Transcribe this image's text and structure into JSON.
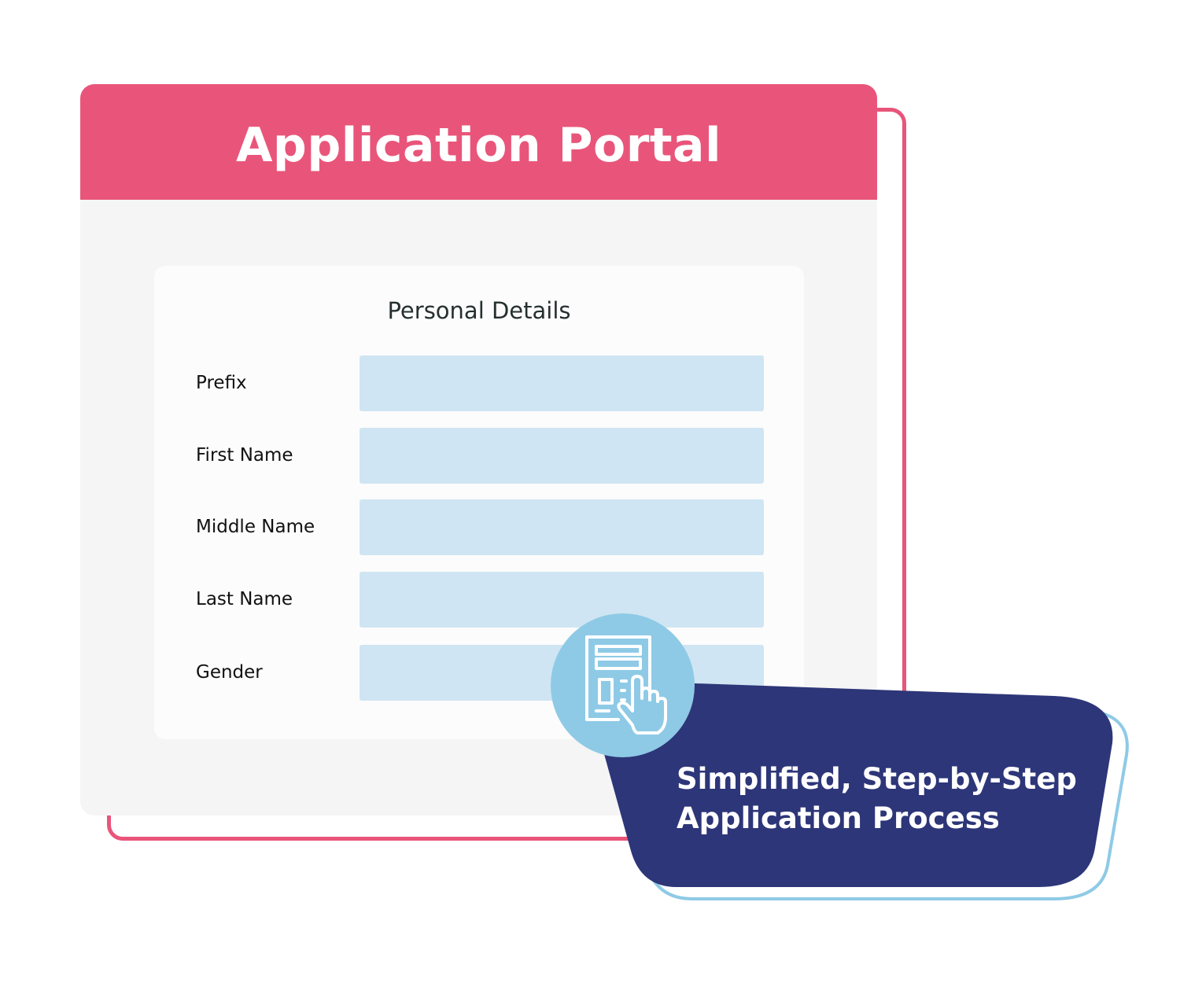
{
  "portal": {
    "title": "Application Portal"
  },
  "form": {
    "section_title": "Personal Details",
    "fields": [
      {
        "label": "Prefix",
        "value": ""
      },
      {
        "label": "First Name",
        "value": ""
      },
      {
        "label": "Middle Name",
        "value": ""
      },
      {
        "label": "Last Name",
        "value": ""
      },
      {
        "label": "Gender",
        "value": ""
      }
    ]
  },
  "badge": {
    "line1": "Simplified, Step-by-Step",
    "line2": "Application Process",
    "icon": "form-tap-icon"
  },
  "colors": {
    "brand_pink": "#e9557a",
    "navy": "#2d3678",
    "light_blue": "#8ecae6",
    "input_blue": "#cfe5f3",
    "window_gray": "#f5f5f5"
  }
}
